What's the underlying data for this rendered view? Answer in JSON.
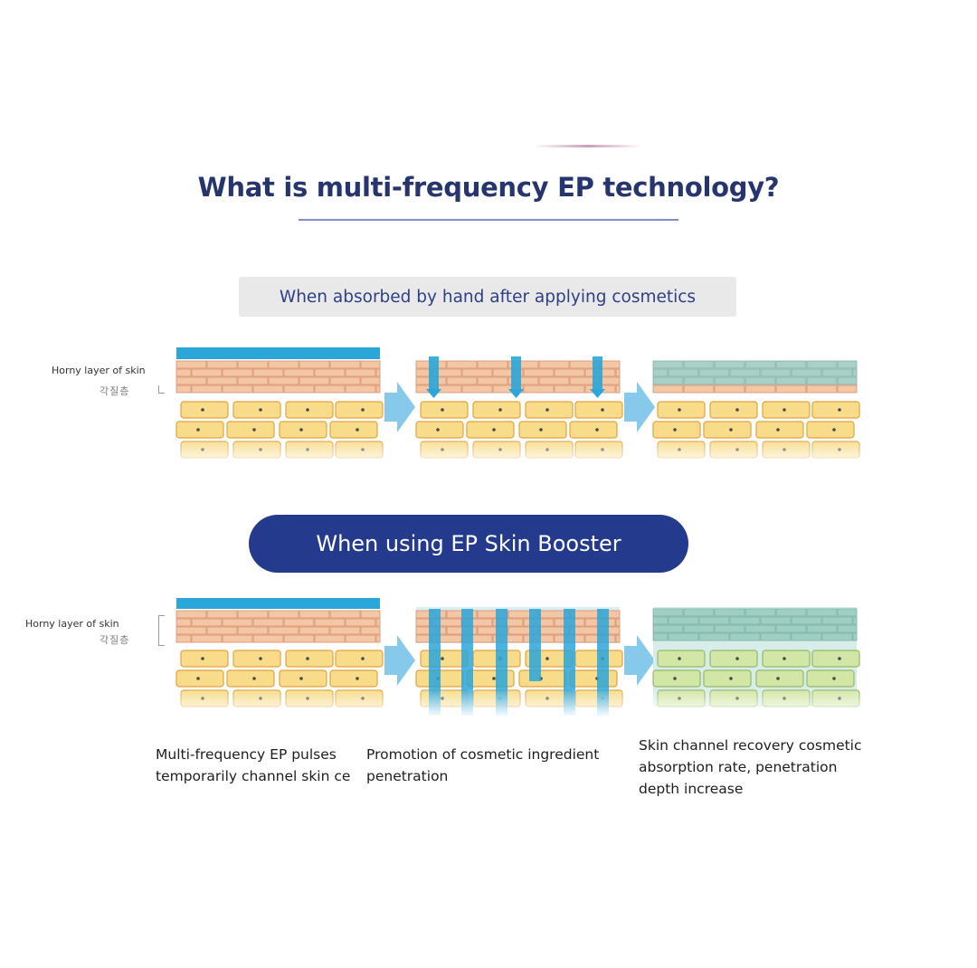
{
  "title": "What is multi-frequency EP technology?",
  "section1": {
    "banner": "When absorbed by hand after applying cosmetics",
    "side_label": "Horny layer of skin",
    "korean_label": "각질층"
  },
  "section2": {
    "pill": "When using EP Skin Booster",
    "side_label": "Horny layer of skin",
    "korean_label": "각질층"
  },
  "captions": [
    "Multi-frequency EP pulses\ntemporarily channel skin ce",
    "Promotion of cosmetic ingredient\npenetration",
    "Skin channel recovery cosmetic\nabsorption rate, penetration\ndepth increase"
  ],
  "colors": {
    "title": "#27356f",
    "banner_text": "#2e3f86",
    "pill_bg": "#243a8c",
    "cosmetic_blue": "#2aa6d9",
    "horny_layer": "#f3c7a6",
    "cells": "#f8dc8a",
    "absorbed_layer": "#a9cfc6",
    "arrow": "#86c9ea"
  },
  "icons": [
    "process-arrow-icon"
  ]
}
